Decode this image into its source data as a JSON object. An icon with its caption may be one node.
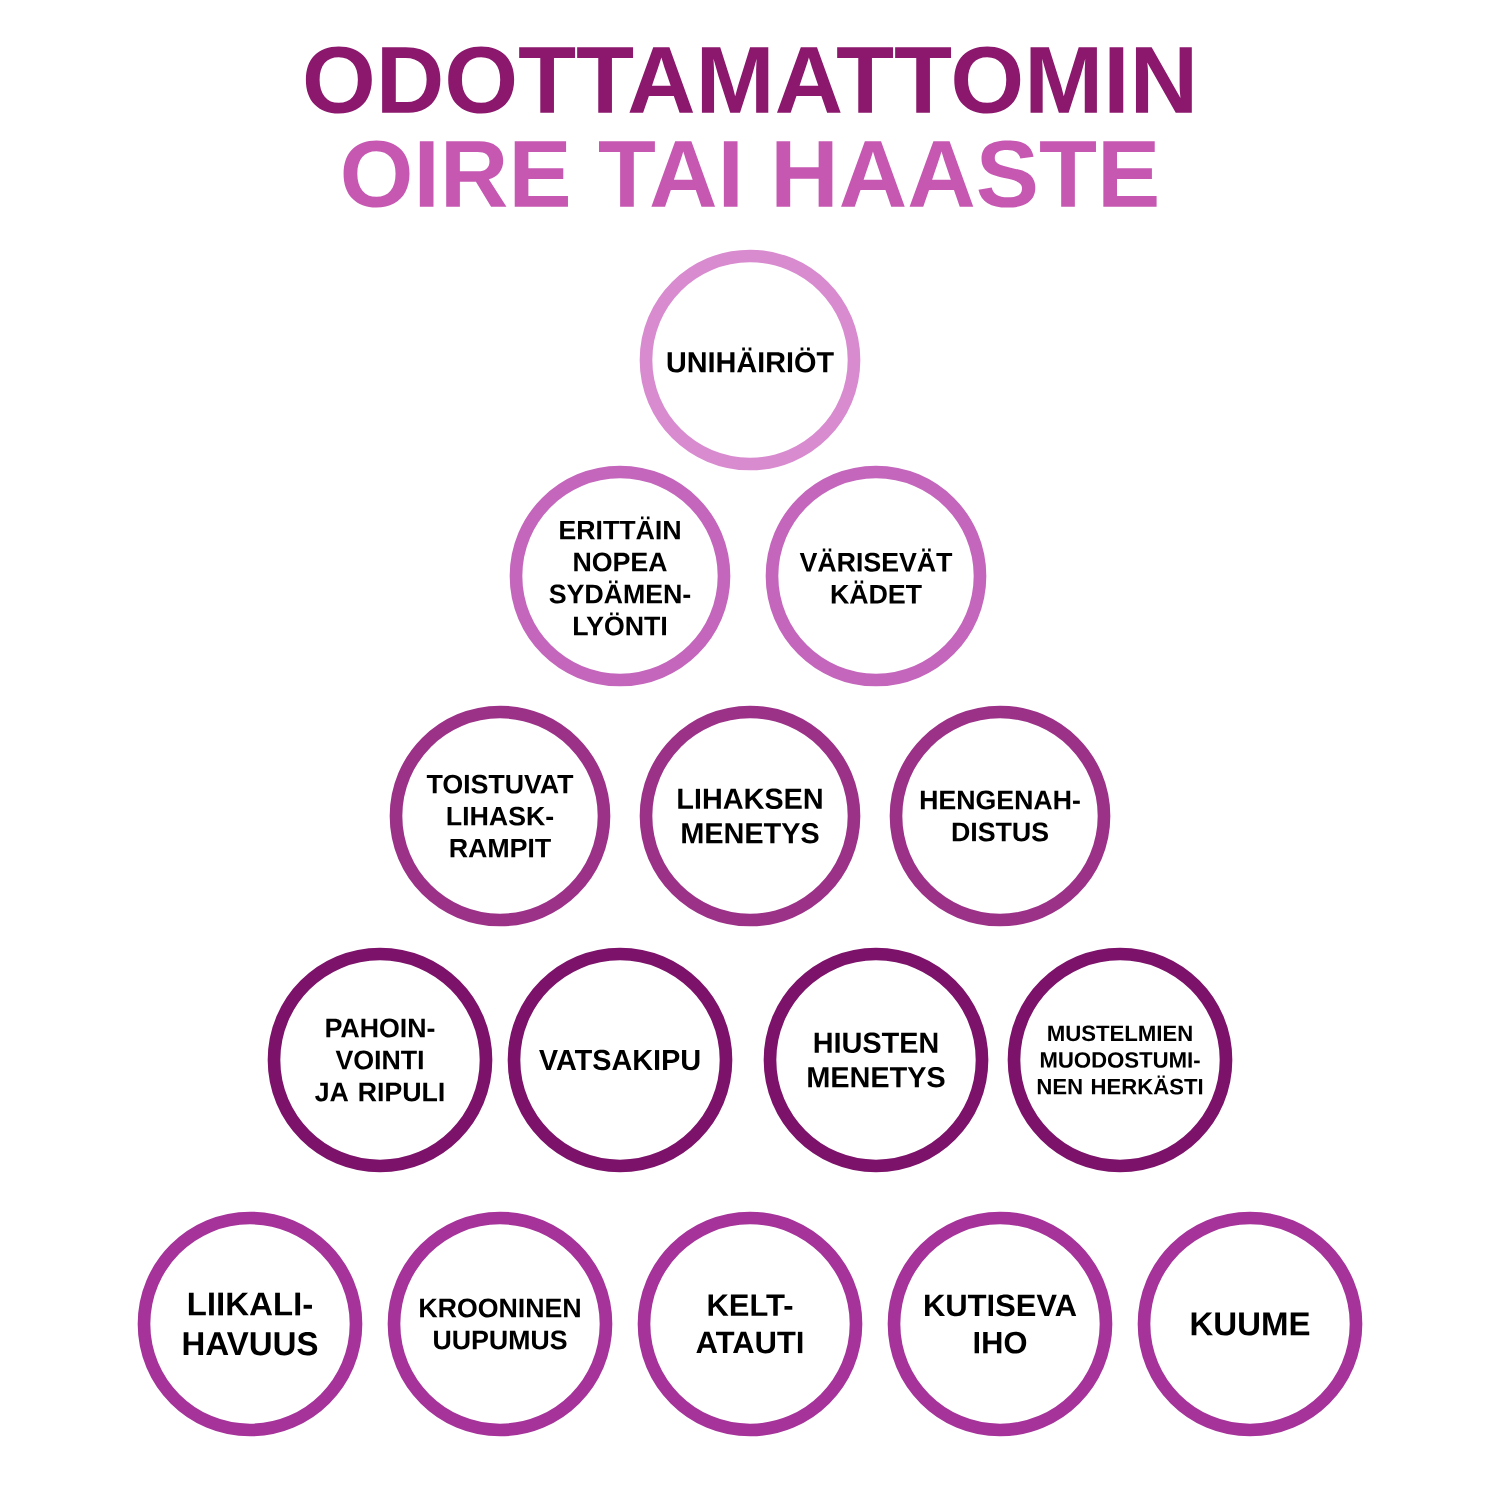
{
  "diagram": {
    "title": "ODOTTAMATTOMIN",
    "labels": [
      "OIRE TAI HAASTE"
    ],
    "nodes": [
      {
        "text": [
          "UNIHÄIRIÖT"
        ]
      },
      {
        "text": [
          "ERITTÄIN NOPEA SYDÄMEN- LYÖNTI"
        ]
      },
      {
        "text": [
          "VÄRISEVÄT KÄDET"
        ]
      },
      {
        "text": [
          "TOISTUVAT LIHASK- RAMPIT"
        ]
      },
      {
        "text": [
          "LIHAKSEN MENETYS"
        ]
      },
      {
        "text": [
          "HENGENAH- DISTUS"
        ]
      },
      {
        "text": [
          "PAHOIN- VOINTI JA RIPULI"
        ]
      },
      {
        "text": [
          "VATSAKIPU"
        ]
      },
      {
        "text": [
          "HIUSTEN MENETYS"
        ]
      },
      {
        "text": [
          "MUSTELMIEN MUODOSTUMI- NEN HERKÄSTI"
        ]
      },
      {
        "text": [
          "LIIKALI- HAVUUS"
        ]
      },
      {
        "text": [
          "KROONINEN UUPUMUS"
        ]
      },
      {
        "text": [
          "KELT- ATAUTI"
        ]
      },
      {
        "text": [
          "KUTISEVA IHO"
        ]
      },
      {
        "text": [
          "KUUME"
        ]
      }
    ]
  }
}
